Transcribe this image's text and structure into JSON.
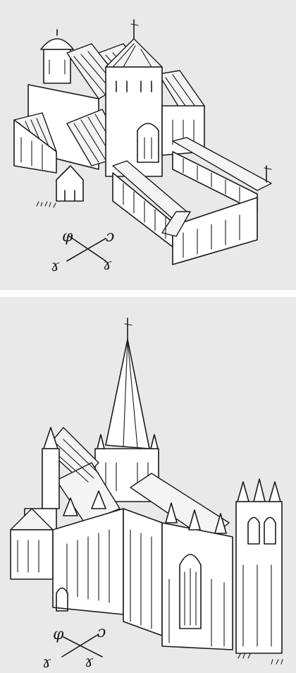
{
  "panels": [
    {
      "name": "medieval-cathedral-earlier-stage",
      "compass": {
        "n": "φ",
        "e": "ɔ",
        "w": "ɤ",
        "s": "ɤ"
      }
    },
    {
      "name": "medieval-cathedral-later-stage",
      "compass": {
        "n": "φ",
        "e": "ɔ",
        "w": "ɤ",
        "s": "ɤ"
      }
    }
  ],
  "colors": {
    "paper": "#e9e9e9",
    "ink": "#1a1a1a",
    "gap": "#ffffff"
  }
}
